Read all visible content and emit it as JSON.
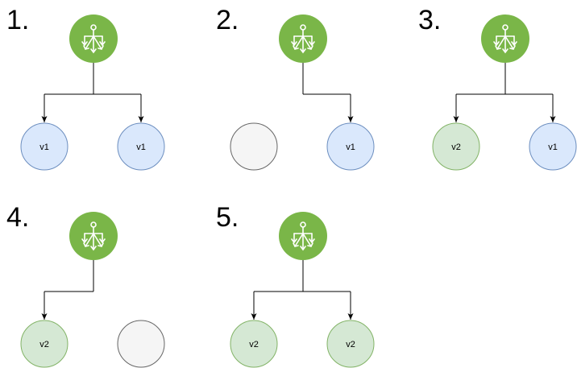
{
  "colors": {
    "lb_fill": "#7ab648",
    "lb_icon": "#ffffff",
    "v1_fill": "#dae8fc",
    "v1_stroke": "#6c8ebf",
    "v2_fill": "#d5e8d4",
    "v2_stroke": "#82b366",
    "empty_fill": "#f5f5f5",
    "empty_stroke": "#666666",
    "edge": "#000000"
  },
  "steps": [
    {
      "number": "1.",
      "nodes": [
        {
          "label": "v1",
          "kind": "v1",
          "linked": true
        },
        {
          "label": "v1",
          "kind": "v1",
          "linked": true
        }
      ]
    },
    {
      "number": "2.",
      "nodes": [
        {
          "label": "",
          "kind": "empty",
          "linked": false
        },
        {
          "label": "v1",
          "kind": "v1",
          "linked": true
        }
      ]
    },
    {
      "number": "3.",
      "nodes": [
        {
          "label": "v2",
          "kind": "v2",
          "linked": true
        },
        {
          "label": "v1",
          "kind": "v1",
          "linked": true
        }
      ]
    },
    {
      "number": "4.",
      "nodes": [
        {
          "label": "v2",
          "kind": "v2",
          "linked": true
        },
        {
          "label": "",
          "kind": "empty",
          "linked": false
        }
      ]
    },
    {
      "number": "5.",
      "nodes": [
        {
          "label": "v2",
          "kind": "v2",
          "linked": true
        },
        {
          "label": "v2",
          "kind": "v2",
          "linked": true
        }
      ]
    }
  ]
}
